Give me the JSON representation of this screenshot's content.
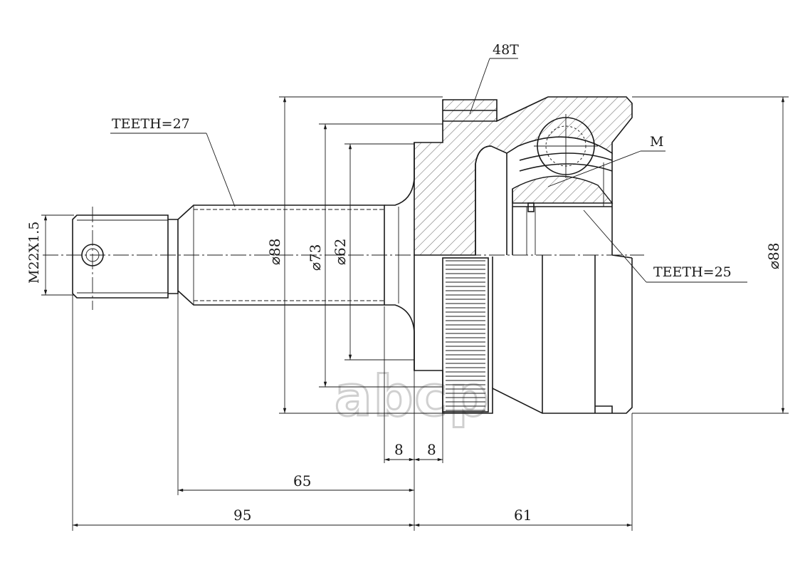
{
  "labels": {
    "spline_outer": "TEETH=27",
    "abs_ring": "48T",
    "ball": "M",
    "spline_inner": "TEETH=25",
    "thread": "M22X1.5"
  },
  "dimensions": {
    "d_outer_left": "⌀88",
    "d_73": "⌀73",
    "d_62": "⌀62",
    "d_outer_right": "⌀88",
    "len_8a": "8",
    "len_8b": "8",
    "len_65": "65",
    "len_95": "95",
    "len_61": "61"
  },
  "watermark": "abcp"
}
